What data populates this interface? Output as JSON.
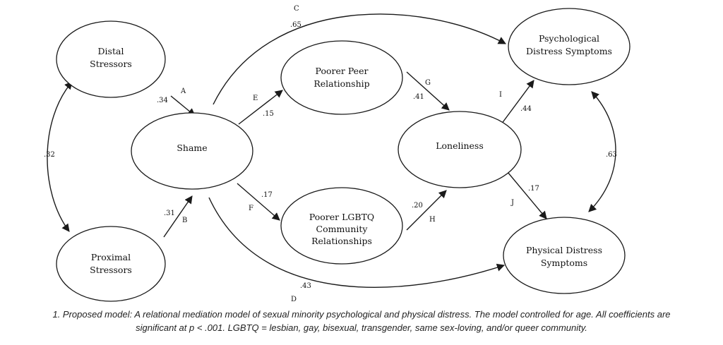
{
  "nodes": {
    "distal": [
      "Distal",
      "Stressors"
    ],
    "proximal": [
      "Proximal",
      "Stressors"
    ],
    "shame": [
      "Shame"
    ],
    "peer": [
      "Poorer Peer",
      "Relationship"
    ],
    "lgbtq": [
      "Poorer LGBTQ",
      "Community",
      "Relationships"
    ],
    "loneliness": [
      "Loneliness"
    ],
    "psych": [
      "Psychological",
      "Distress Symptoms"
    ],
    "physical": [
      "Physical Distress",
      "Symptoms"
    ]
  },
  "paths": {
    "A": {
      "letter": "A",
      "coef": ".34"
    },
    "B": {
      "letter": "B",
      "coef": ".31"
    },
    "C": {
      "letter": "C",
      "coef": ".65"
    },
    "D": {
      "letter": "D",
      "coef": ".43"
    },
    "E": {
      "letter": "E",
      "coef": ".15"
    },
    "F": {
      "letter": "F",
      "coef": ".17"
    },
    "G": {
      "letter": "G",
      "coef": ".41"
    },
    "H": {
      "letter": "H",
      "coef": ".20"
    },
    "I": {
      "letter": "I",
      "coef": ".44"
    },
    "J": {
      "letter": "J",
      "coef": ".17"
    },
    "cov_stressors": {
      "coef": ".32"
    },
    "cov_outcomes": {
      "coef": ".63"
    }
  },
  "caption": {
    "line1": "1. Proposed model: A relational mediation model of sexual minority psychological and physical distress. The model controlled for age. All coefficients are",
    "line2": "significant at p < .001. LGBTQ = lesbian, gay, bisexual, transgender, same sex-loving, and/or queer community."
  }
}
